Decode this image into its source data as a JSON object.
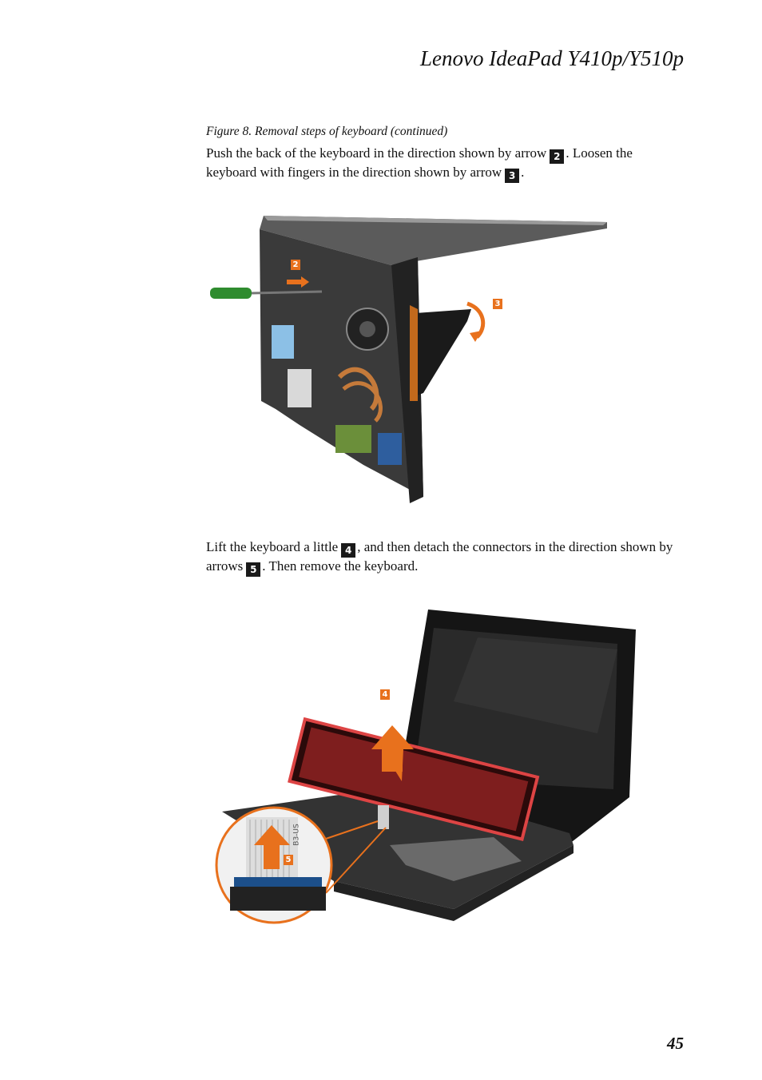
{
  "header": {
    "title": "Lenovo IdeaPad Y410p/Y510p"
  },
  "figure_caption": "Figure 8. Removal steps of keyboard (continued)",
  "step1": {
    "text_a": "Push the back of the keyboard in the direction shown by arrow",
    "badge_a": "2",
    "text_b": ". Loosen the keyboard with fingers in the direction shown by arrow",
    "badge_b": "3",
    "text_c": "."
  },
  "step2": {
    "text_a": "Lift the keyboard a little",
    "badge_a": "4",
    "text_b": ", and then detach the connectors in the direction shown by arrows",
    "badge_b": "5",
    "text_c": ". Then remove the keyboard."
  },
  "figure1": {
    "callout_2": "2",
    "callout_3": "3"
  },
  "figure2": {
    "callout_4": "4",
    "callout_5": "5",
    "connector_label": "B3-US"
  },
  "colors": {
    "accent": "#e8711d",
    "badge": "#1a1a1a"
  },
  "page_number": "45"
}
